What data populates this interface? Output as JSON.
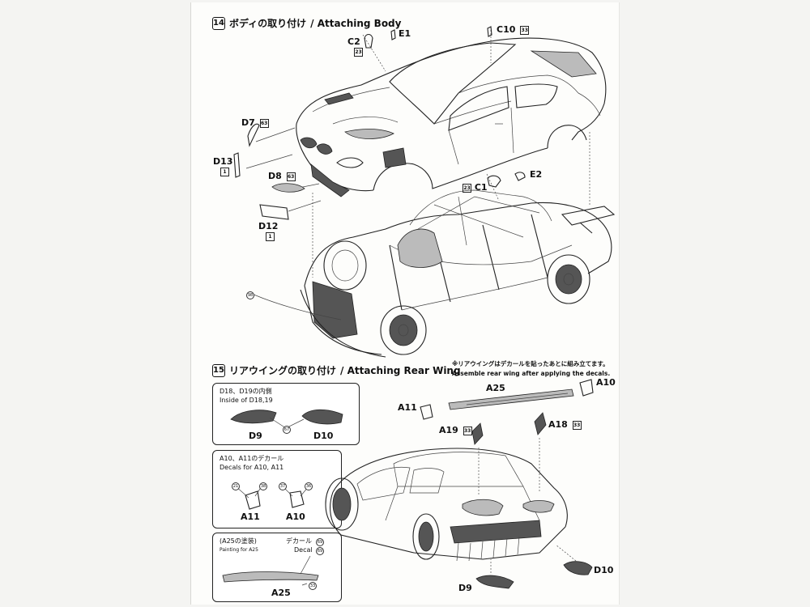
{
  "step14": {
    "number": "14",
    "title_jp": "ボディの取り付け",
    "title_en": "/ Attaching Body"
  },
  "step15": {
    "number": "15",
    "title_jp": "リアウイングの取り付け",
    "title_en": "/ Attaching Rear Wing",
    "note_jp": "※リアウイングはデカールを貼ったあとに組み立てます。",
    "note_en": "Assemble rear wing after applying the decals."
  },
  "parts_step14": {
    "c2": "C2",
    "c2_num": "23",
    "e1": "E1",
    "c10": "C10",
    "c10_num": "33",
    "d7": "D7",
    "d7_num": "63",
    "d13": "D13",
    "d13_num": "1",
    "d8": "D8",
    "d8_num": "63",
    "d12": "D12",
    "d12_num": "1",
    "c1": "C1",
    "c1_num": "23",
    "e2": "E2",
    "callout": "98"
  },
  "parts_step15": {
    "a25": "A25",
    "a10": "A10",
    "a11": "A11",
    "a19": "A19",
    "a19_num": "33",
    "a18": "A18",
    "a18_num": "33",
    "d9": "D9",
    "d10": "D10"
  },
  "box1": {
    "title_jp": "D18、D19の内側",
    "title_en": "Inside of D18,19",
    "left": "D9",
    "right": "D10",
    "callout": "67"
  },
  "box2": {
    "title_jp": "A10、A11のデカール",
    "title_en": "Decals for A10, A11",
    "left": "A11",
    "right": "A10",
    "c1": "21",
    "c2": "38",
    "c3": "37",
    "c4": "36"
  },
  "box3": {
    "title_jp": "(A25の塗装)",
    "title_en": "Painting for A25",
    "decal_jp": "デカール",
    "decal_en": "Decal",
    "decal_num1": "69",
    "decal_num2": "69",
    "part": "A25",
    "part_num": "33"
  }
}
